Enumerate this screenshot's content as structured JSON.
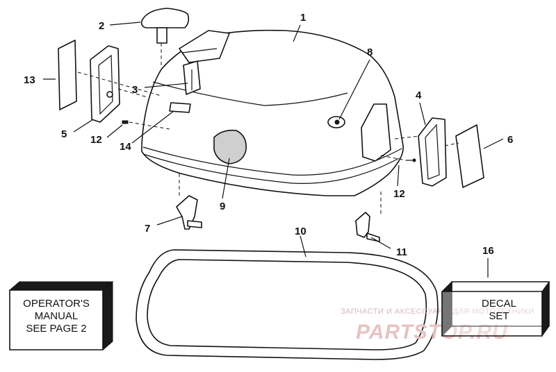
{
  "callouts": {
    "c1": "1",
    "c2": "2",
    "c3": "3",
    "c4": "4",
    "c5": "5",
    "c6": "6",
    "c7": "7",
    "c8": "8",
    "c9": "9",
    "c10": "10",
    "c11": "11",
    "c12a": "12",
    "c12b": "12",
    "c13": "13",
    "c14": "14",
    "c16": "16"
  },
  "manual_box": {
    "line1": "OPERATOR'S",
    "line2": "MANUAL",
    "line3": "SEE PAGE 2"
  },
  "decal_box": {
    "line1": "DECAL",
    "line2": "SET"
  },
  "watermark": {
    "line1": "ЗАПЧАСТИ И АКСЕССУАРЫ ДЛЯ МОТОТЕХНИКИ",
    "line2": "PARTSTOP.RU"
  },
  "colors": {
    "line": "#111111",
    "watermark": "#e7c3c3",
    "background": "#ffffff"
  }
}
